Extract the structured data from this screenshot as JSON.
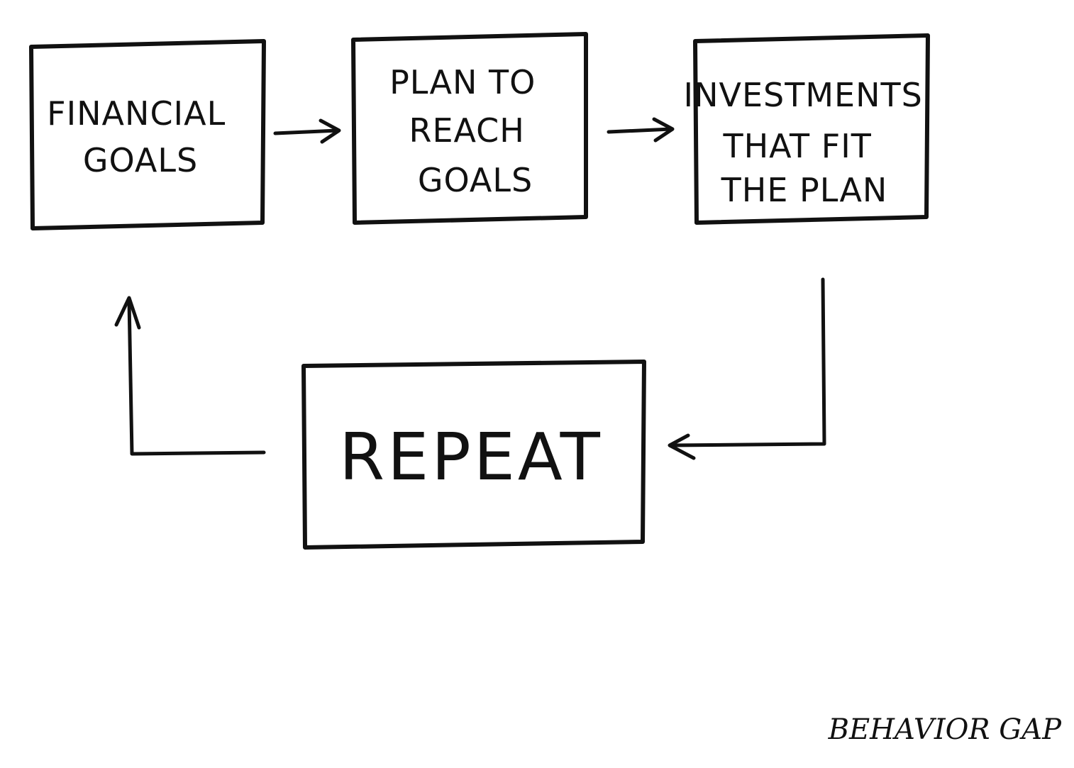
{
  "diagram": {
    "boxes": [
      {
        "lines": [
          "FINANCIAL",
          "GOALS"
        ]
      },
      {
        "lines": [
          "PLAN TO",
          "REACH",
          "GOALS"
        ]
      },
      {
        "lines": [
          "INVESTMENTS",
          "THAT FIT",
          "THE PLAN"
        ]
      },
      {
        "lines": [
          "REPEAT"
        ]
      }
    ],
    "signature": "BEHAVIOR GAP"
  }
}
